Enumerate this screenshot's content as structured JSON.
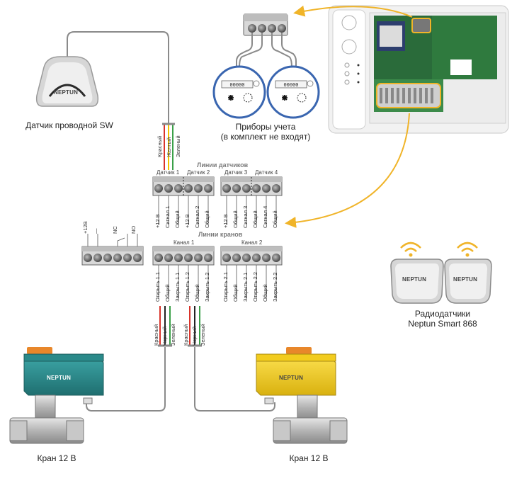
{
  "labels": {
    "wired_sensor": "Датчик проводной SW",
    "meters_line1": "Приборы учета",
    "meters_line2": "(в комплект не входят)",
    "radio_line1": "Радиодатчики",
    "radio_line2": "Neptun Smart 868",
    "valve_left": "Кран 12 В",
    "valve_right": "Кран 12 В"
  },
  "brand": "NEPTUN",
  "meter_reading": "00000",
  "sensor_lines": {
    "title": "Линии датчиков",
    "groups": [
      "Датчик 1",
      "Датчик 2",
      "Датчик 3",
      "Датчик 4"
    ],
    "terminals": [
      "+12 В",
      "Сигнал 1",
      "Общий",
      "+12 В",
      "Сигнал 2",
      "Общий",
      "+12 В",
      "Общий",
      "Сигнал 3",
      "Общий",
      "Сигнал 4",
      "Общий"
    ]
  },
  "valve_lines": {
    "title": "Линии кранов",
    "groups": [
      "Канал 1",
      "Канал 2"
    ],
    "terminals": [
      "Открыть 1.1",
      "Общий",
      "Закрыть 1.1",
      "Открыть 1.2",
      "Общий",
      "Закрыть 1.2",
      "Открыть 2.1",
      "Общий",
      "Закрыть 2.1",
      "Открыть 2.2",
      "Общий",
      "Закрыть 2.2"
    ]
  },
  "power_terminals": [
    "+12В",
    "—",
    "NC",
    "NO"
  ],
  "sensor_wire_colors": [
    "Красный",
    "Желтый",
    "Зеленый"
  ],
  "valve_wire_colors": [
    "Красный",
    "Черный",
    "Зеленый",
    "Красный",
    "Черный",
    "Зеленый"
  ],
  "colors": {
    "arrow": "#f0b429",
    "valve_teal": "#2a8a8a",
    "valve_yellow": "#f2cc1e",
    "actuator_cap": "#e8872a",
    "terminal_block": "#d8d8d8",
    "wire_red": "#d9342b",
    "wire_yellow": "#f2c200",
    "wire_green": "#3aa048",
    "wire_black": "#222222",
    "meter_ring": "#3a66b0",
    "cable_gray": "#8a8a8a"
  }
}
